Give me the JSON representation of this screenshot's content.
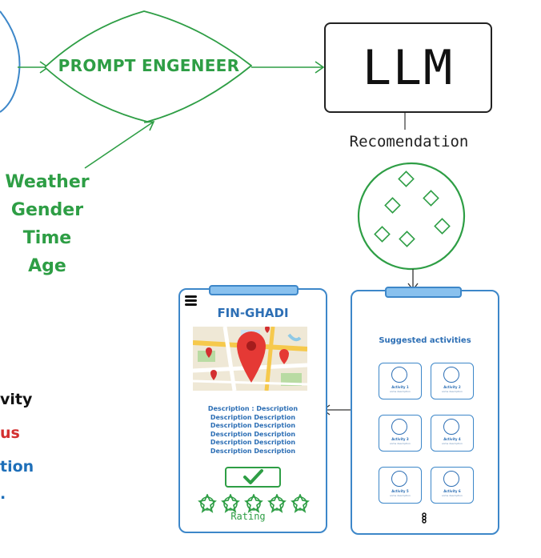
{
  "prompt_node": {
    "label": "PROMPT ENGENEER"
  },
  "llm_node": {
    "label": "LLM"
  },
  "recommendation": {
    "label": "Recomendation"
  },
  "inputs": {
    "items": [
      "Weather",
      "Gender",
      "Time",
      "Age"
    ]
  },
  "left_list": {
    "items": [
      {
        "text": "vity",
        "color": "#111111"
      },
      {
        "text": "us",
        "color": "#d32f2f"
      },
      {
        "text": "tion",
        "color": "#1e6fb9"
      },
      {
        "text": ".",
        "color": "#1e6fb9"
      }
    ]
  },
  "phone_left": {
    "title": "FIN-GHADI",
    "description_lines": [
      "Description : Description",
      "Description Description",
      "Description Description",
      "Description Description",
      "Description Description",
      "Description Description"
    ],
    "rating_label": "Rating",
    "rating_count": 5
  },
  "phone_right": {
    "title": "Suggested activities",
    "activities": [
      {
        "label": "Activity 1",
        "sub": "some description"
      },
      {
        "label": "Activity 2",
        "sub": "some description"
      },
      {
        "label": "Activity 3",
        "sub": "some description"
      },
      {
        "label": "Activity 4",
        "sub": "some description"
      },
      {
        "label": "Activity 5",
        "sub": "some description"
      },
      {
        "label": "Activity 6",
        "sub": "some description"
      }
    ]
  },
  "colors": {
    "green": "#2e9e45",
    "blue": "#3d87c9",
    "dark_blue": "#2d6fb5",
    "red": "#e53935"
  }
}
